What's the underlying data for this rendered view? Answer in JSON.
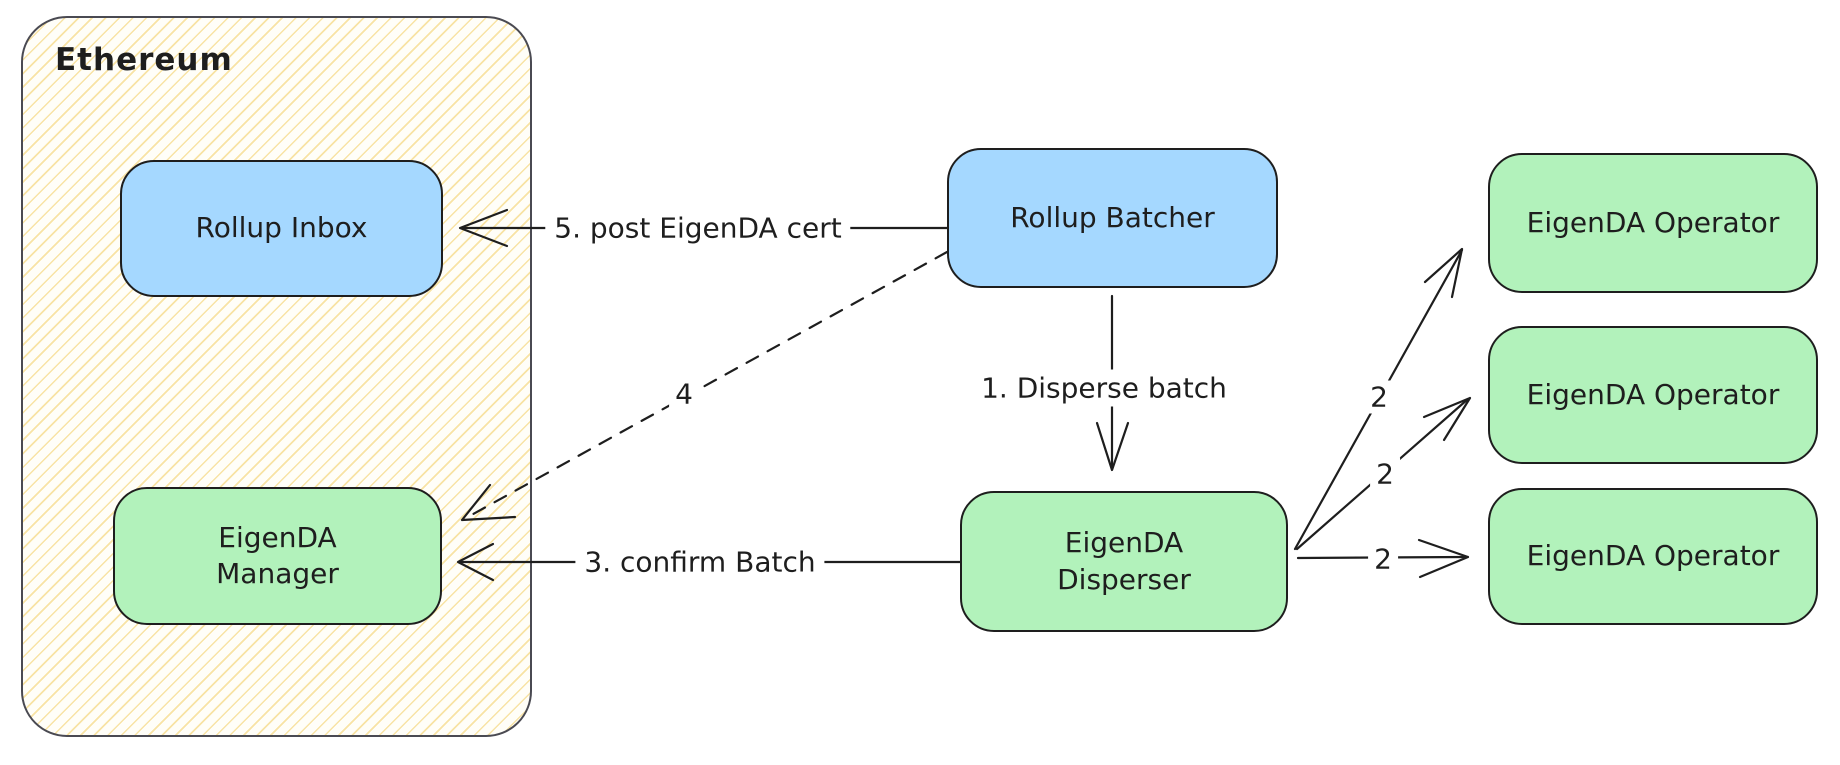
{
  "diagram": {
    "container": {
      "label": "Ethereum"
    },
    "nodes": {
      "rollup_inbox": {
        "label": "Rollup Inbox",
        "fill": "#a5d8ff"
      },
      "eigenda_manager": {
        "label": "EigenDA\nManager",
        "fill": "#b2f2bb"
      },
      "rollup_batcher": {
        "label": "Rollup Batcher",
        "fill": "#a5d8ff"
      },
      "eigenda_disperser": {
        "label": "EigenDA\nDisperser",
        "fill": "#b2f2bb"
      },
      "operator_1": {
        "label": "EigenDA Operator",
        "fill": "#b2f2bb"
      },
      "operator_2": {
        "label": "EigenDA Operator",
        "fill": "#b2f2bb"
      },
      "operator_3": {
        "label": "EigenDA Operator",
        "fill": "#b2f2bb"
      }
    },
    "edges": {
      "disperse_batch": {
        "label": "1. Disperse batch",
        "from": "rollup_batcher",
        "to": "eigenda_disperser",
        "style": "solid"
      },
      "send_to_op1": {
        "label": "2",
        "from": "eigenda_disperser",
        "to": "operator_1",
        "style": "solid"
      },
      "send_to_op2": {
        "label": "2",
        "from": "eigenda_disperser",
        "to": "operator_2",
        "style": "solid"
      },
      "send_to_op3": {
        "label": "2",
        "from": "eigenda_disperser",
        "to": "operator_3",
        "style": "solid"
      },
      "confirm_batch": {
        "label": "3. confirm Batch",
        "from": "eigenda_disperser",
        "to": "eigenda_manager",
        "style": "solid"
      },
      "cert_to_manager": {
        "label": "4",
        "from": "rollup_batcher",
        "to": "eigenda_manager",
        "style": "dashed"
      },
      "post_eigenda_cert": {
        "label": "5. post EigenDA cert",
        "from": "rollup_batcher",
        "to": "rollup_inbox",
        "style": "solid"
      }
    },
    "colors": {
      "stroke": "#1e1e1e",
      "node_blue": "#a5d8ff",
      "node_green": "#b2f2bb",
      "container_fill": "#fffef8",
      "container_hatch": "#f2cd60",
      "canvas": "#ffffff"
    }
  }
}
